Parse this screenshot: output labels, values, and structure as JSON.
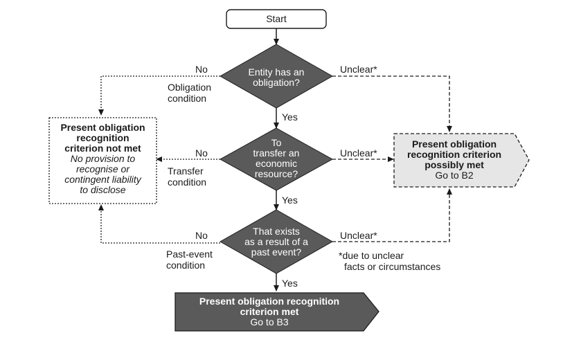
{
  "start": "Start",
  "obligation": {
    "question": [
      "Entity has an",
      "obligation?"
    ],
    "no": "No",
    "yes": "Yes",
    "unclear": "Unclear*",
    "condition": [
      "Obligation",
      "condition"
    ]
  },
  "transfer": {
    "question": [
      "To",
      "transfer an",
      "economic",
      "resource?"
    ],
    "no": "No",
    "yes": "Yes",
    "unclear": "Unclear*",
    "condition": [
      "Transfer",
      "condition"
    ]
  },
  "past_event": {
    "question": [
      "That exists",
      "as a result of a",
      "past event?"
    ],
    "no": "No",
    "yes": "Yes",
    "unclear": "Unclear*",
    "condition": [
      "Past-event",
      "condition"
    ]
  },
  "not_met": {
    "title": [
      "Present obligation",
      "recognition",
      "criterion not met"
    ],
    "detail": [
      "No provision to",
      "recognise or",
      "contingent liability",
      "to disclose"
    ]
  },
  "possibly_met": {
    "title": [
      "Present obligation",
      "recognition criterion",
      "possibly met"
    ],
    "goto": "Go to B2"
  },
  "met": {
    "title": [
      "Present obligation recognition",
      "criterion met"
    ],
    "goto": "Go to B3"
  },
  "footnote": [
    "*due to unclear",
    "facts or circumstances"
  ],
  "colors": {
    "diamond": "#5a5a5a",
    "met_box": "#5a5a5a",
    "possibly_box": "#e6e6e6",
    "line": "#1a1a1a"
  }
}
